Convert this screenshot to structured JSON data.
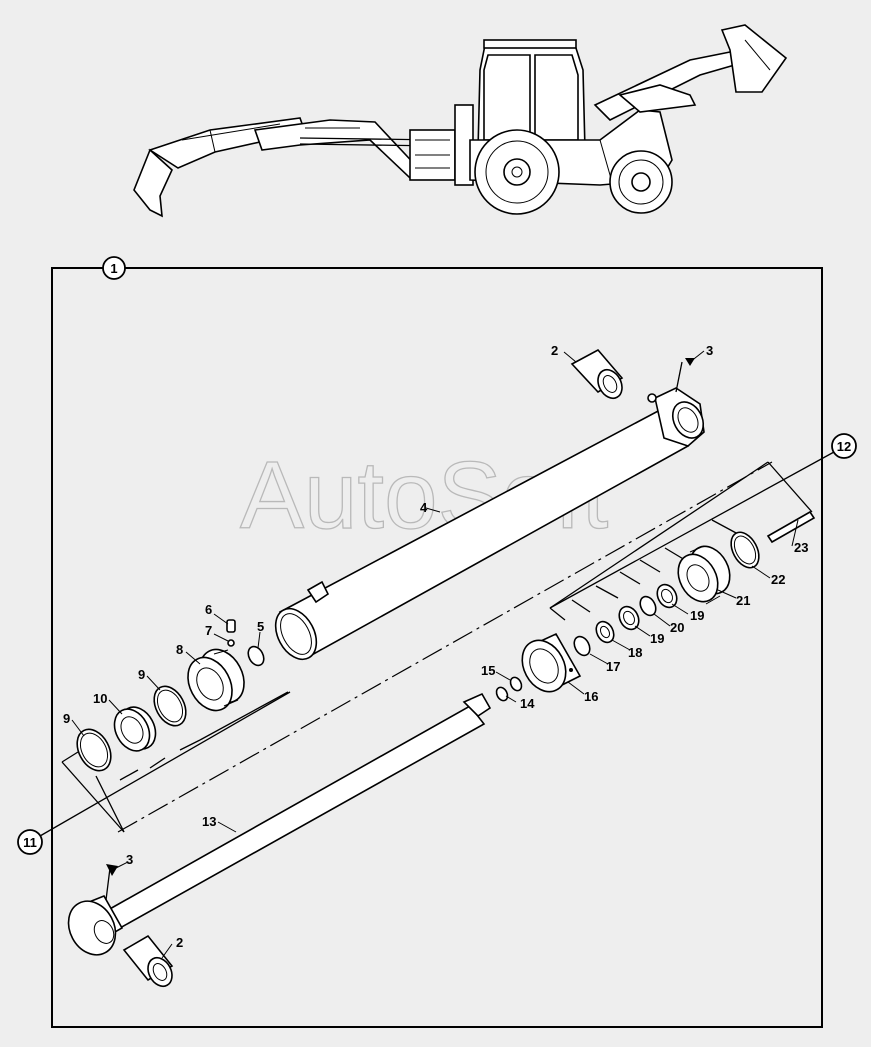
{
  "watermark": "AutoSoft",
  "callouts": {
    "main_assembly": "1",
    "group_left": "11",
    "group_right": "12"
  },
  "labels": {
    "bushing_top": "2",
    "grease_top": "3",
    "barrel": "4",
    "oring_5": "5",
    "screw_6": "6",
    "ball_7": "7",
    "gland_8": "8",
    "backup_9a": "9",
    "wiper_10": "10",
    "wiper_9b": "9",
    "rod_13": "13",
    "grease_rod": "3",
    "bushing_rod": "2",
    "nut_15": "15",
    "nut_14": "14",
    "spacer_16": "16",
    "oring_17": "17",
    "ring_18": "18",
    "ring_19a": "19",
    "ring_20": "20",
    "ring_19b": "19",
    "piston_21": "21",
    "seal_22": "22",
    "pin_23": "23"
  }
}
